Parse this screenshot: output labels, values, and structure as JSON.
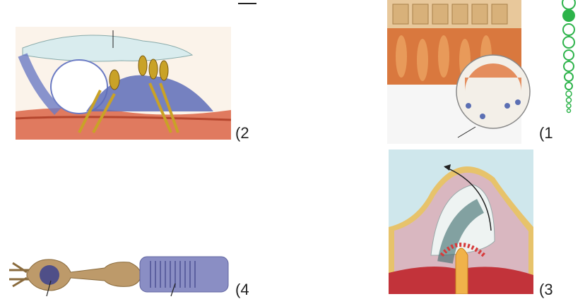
{
  "labels": {
    "fig1": "(1",
    "fig2": "(2",
    "fig3": "(3",
    "fig4": "(4"
  },
  "decor": {
    "accent_green": "#2db34a",
    "circle_count": 12
  }
}
